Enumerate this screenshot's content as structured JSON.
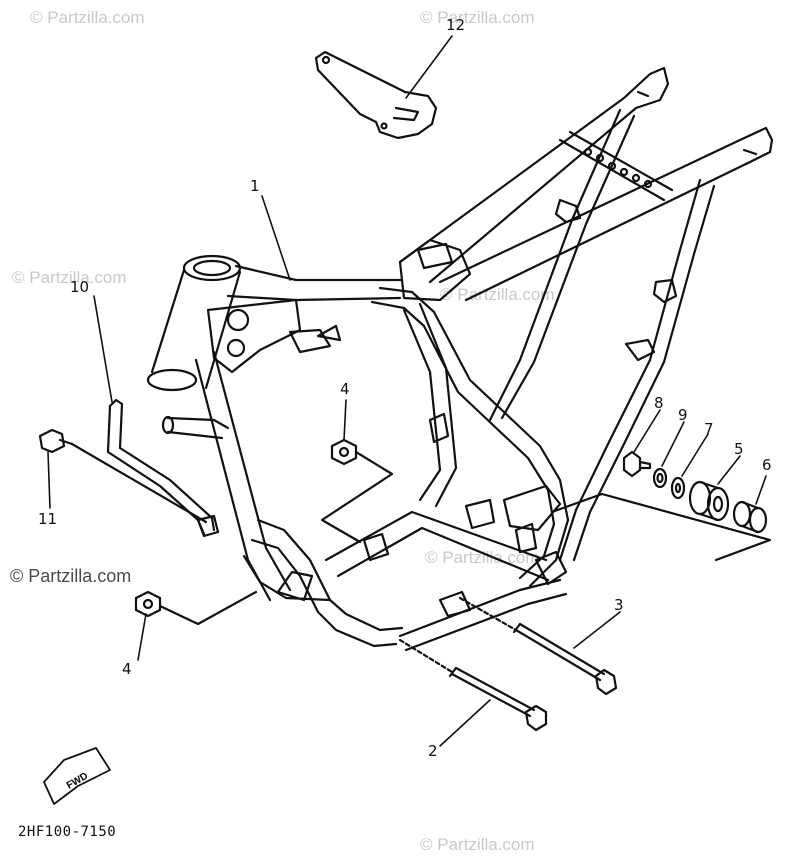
{
  "watermarks": {
    "top_left": "© Partzilla.com",
    "top_right": "© Partzilla.com",
    "mid_left": "© Partzilla.com",
    "mid_right": "© Partzilla.com",
    "lower_left": "© Partzilla.com",
    "lower_right": "© Partzilla.com",
    "bottom_right": "© Partzilla.com"
  },
  "callouts": [
    "1",
    "2",
    "3",
    "4",
    "4",
    "5",
    "6",
    "7",
    "8",
    "9",
    "10",
    "11",
    "12"
  ],
  "fwd_label": "FWD",
  "diagram_code": "2HF100-7150",
  "line_color": "#111111"
}
